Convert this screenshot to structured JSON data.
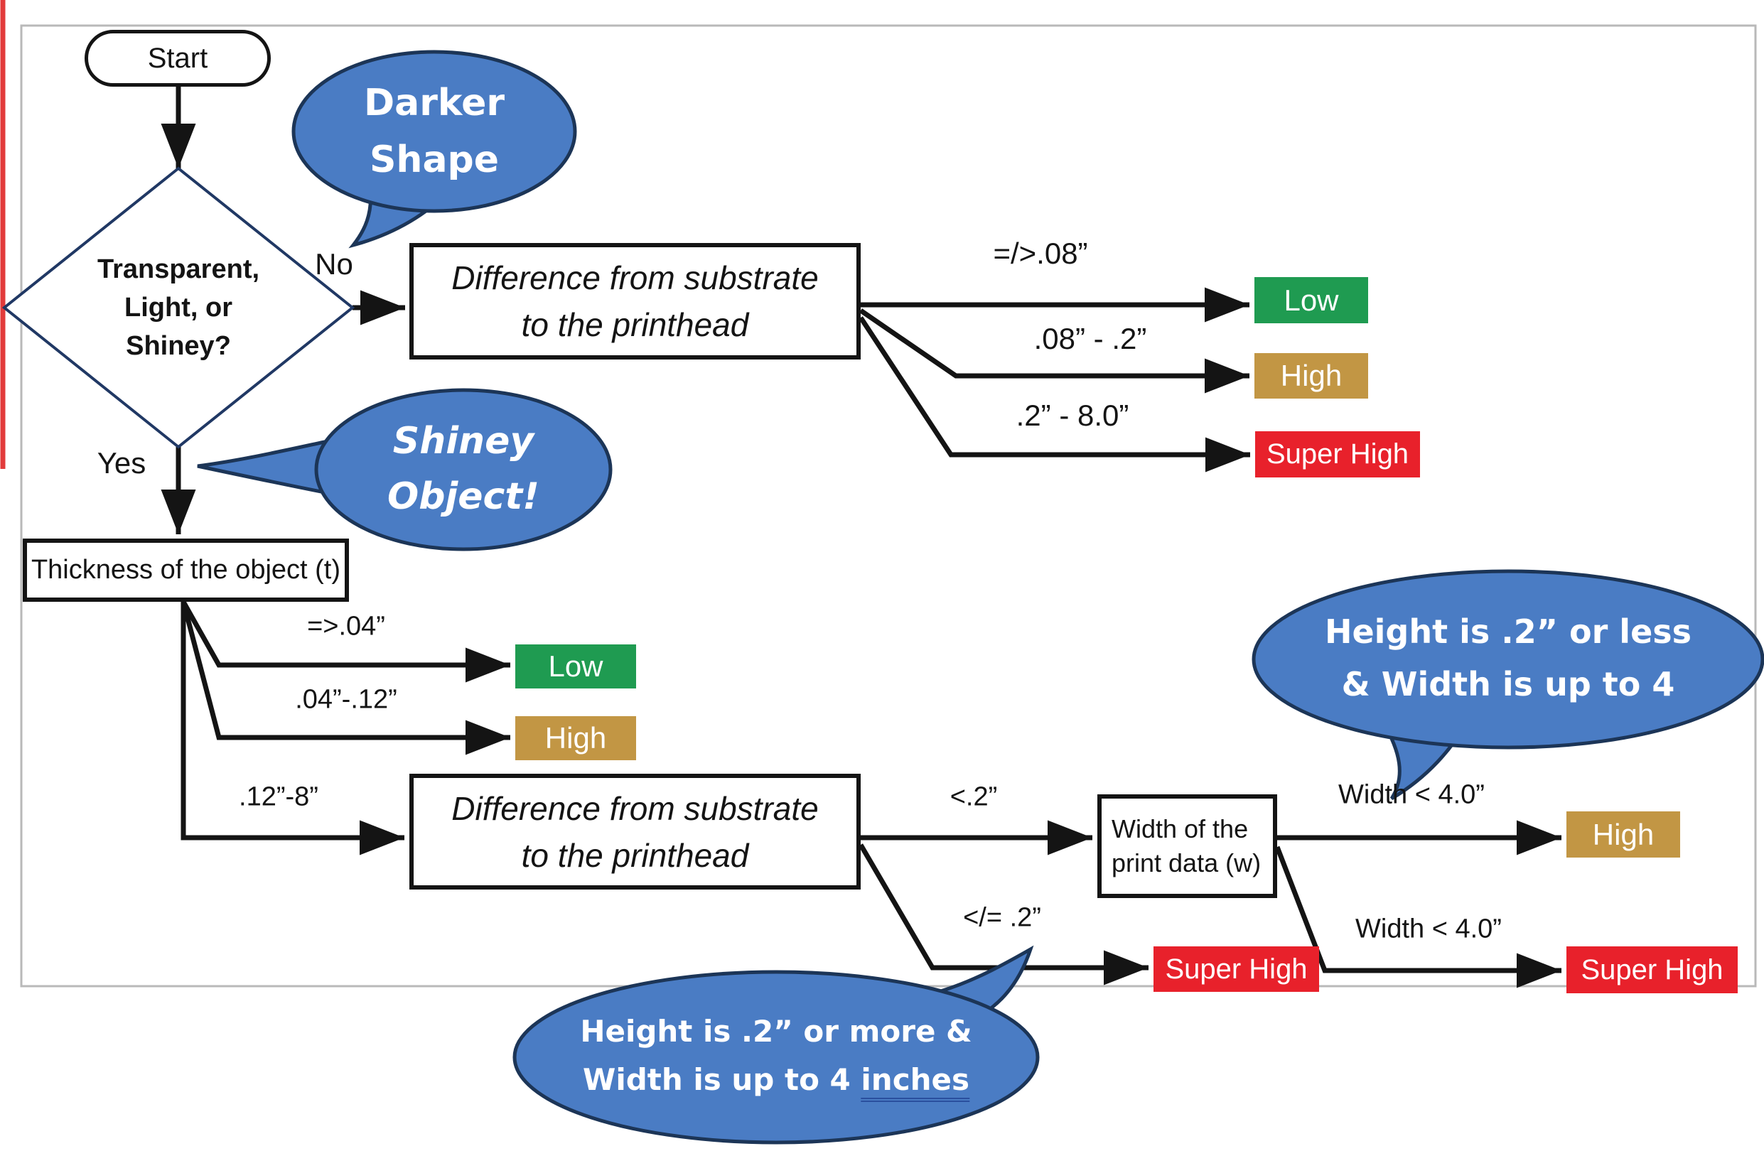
{
  "flowchart": {
    "start_label": "Start",
    "decision": {
      "line1": "Transparent,",
      "line2": "Light, or",
      "line3": "Shiney?"
    },
    "edge_labels": {
      "no": "No",
      "yes": "Yes"
    },
    "boxes": {
      "difference1": {
        "line1": "Difference from substrate",
        "line2": "to the printhead"
      },
      "difference2": {
        "line1": "Difference from substrate",
        "line2": "to the printhead"
      },
      "thickness": "Thickness of the object (t)",
      "width": {
        "line1": "Width of the",
        "line2": "print data (w)"
      }
    },
    "branch_labels": {
      "b1": "=/>.08”",
      "b2": ".08” - .2”",
      "b3": ".2” - 8.0”",
      "t1": "=>.04”",
      "t2": ".04”-.12”",
      "t3": ".12”-8”",
      "d1": "<.2”",
      "d2": "</= .2”",
      "w1": "Width < 4.0”",
      "w2": "Width < 4.0”"
    },
    "results": {
      "low": "Low",
      "high": "High",
      "super_high": "Super High"
    },
    "bubbles": {
      "darker_shape": {
        "line1": "Darker",
        "line2": "Shape"
      },
      "shiney_object": {
        "line1": "Shiney",
        "line2": "Object!"
      },
      "height_less": {
        "line1": "Height is .2” or less",
        "line2": "& Width is up to 4"
      },
      "height_more": {
        "line1": "Height is .2” or more &",
        "line2_prefix": "Width is up to 4 ",
        "line2_underlined": "inches"
      }
    },
    "colors": {
      "low": "#1f9b51",
      "high": "#c29644",
      "super_high": "#e8212b",
      "bubble": "#4a7cc4",
      "bubble_border": "#1c3557",
      "diamond_border": "#203864",
      "line": "#141414",
      "frame": "#b9b9b9",
      "edge_mark": "#e23b3b"
    }
  }
}
